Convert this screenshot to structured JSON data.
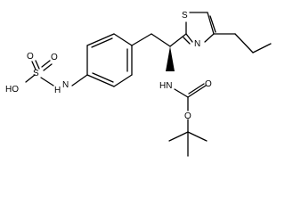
{
  "molecule": {
    "atoms": {
      "hydroxyl": "HO",
      "sulfur_sulfonyl": "S",
      "oxygen_upper_left": "O",
      "oxygen_upper_right": "O",
      "nh_sulfamate": "N",
      "h_sulfamate": "H",
      "sulfur_thiazole": "S",
      "nitrogen_thiazole": "N",
      "carbamate_nh": "HN",
      "carbamate_carbonyl_o": "O",
      "carbamate_ester_o": "O"
    },
    "stereo_center": "wedge"
  }
}
